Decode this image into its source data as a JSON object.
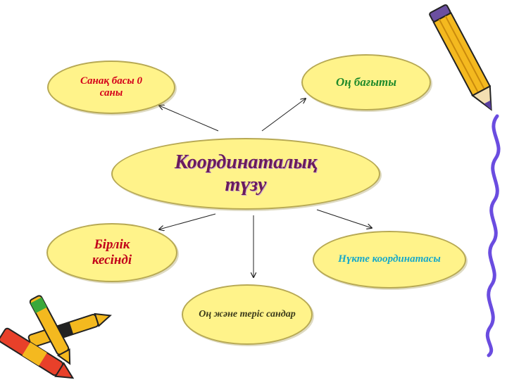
{
  "center": {
    "label": "Координаталық түзу"
  },
  "nodes": {
    "top_left": "Санақ басы 0 саны",
    "top_right": "Оң бағыты",
    "middle_left": "Бірлік кесінді",
    "middle_right": "Нүкте координатасы",
    "bottom": "Оң және теріс сандар"
  },
  "colors": {
    "ellipse_fill": "#fff38a",
    "center_text": "#6a1b5e",
    "top_left_text": "#d4001a",
    "top_right_text": "#1f8a2b",
    "middle_left_text": "#c2001a",
    "middle_right_text": "#17a9c9",
    "bottom_text": "#3a3a1a"
  },
  "decorations": [
    "pencil-icon",
    "crayons-icon",
    "wavy-border"
  ]
}
